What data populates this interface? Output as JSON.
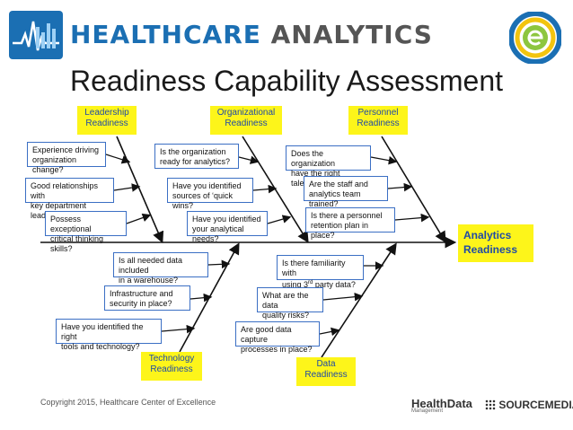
{
  "brand": {
    "word1": "HEALTHCARE",
    "word2": "ANALYTICS"
  },
  "title": "Readiness Capability Assessment",
  "outcome": {
    "line1": "Analytics",
    "line2": "Readiness"
  },
  "categories": {
    "leadership": {
      "line1": "Leadership",
      "line2": "Readiness"
    },
    "organizational": {
      "line1": "Organizational",
      "line2": "Readiness"
    },
    "personnel": {
      "line1": "Personnel",
      "line2": "Readiness"
    },
    "technology": {
      "line1": "Technology",
      "line2": "Readiness"
    },
    "data": {
      "line1": "Data",
      "line2": "Readiness"
    }
  },
  "questions": {
    "leadership": [
      {
        "l1": "Experience driving",
        "l2": "organization change?"
      },
      {
        "l1": "Good relationships with",
        "l2": "key department leaders?"
      },
      {
        "l1": "Possess exceptional",
        "l2": "critical thinking skills?"
      }
    ],
    "organizational": [
      {
        "l1": "Is the organization",
        "l2": "ready for analytics?"
      },
      {
        "l1": "Have you identified",
        "l2": "sources of ‘quick wins?"
      },
      {
        "l1": "Have you identified",
        "l2": "your analytical needs?"
      }
    ],
    "personnel": [
      {
        "l1": "Does the organization",
        "l2": "have the right talent?"
      },
      {
        "l1": "Are the staff and",
        "l2": "analytics team trained?"
      },
      {
        "l1": "Is there a personnel",
        "l2": "retention plan in place?"
      }
    ],
    "technology": [
      {
        "l1": "Is all needed data included",
        "l2": "in a warehouse?"
      },
      {
        "l1": "Infrastructure and",
        "l2": "security in place?"
      },
      {
        "l1": "Have you identified the right",
        "l2": "tools and technology?"
      }
    ],
    "data": [
      {
        "l1": "Is there familiarity with",
        "l2a": "using 3",
        "sup": "rd",
        "l2b": " party data?"
      },
      {
        "l1": "What are the data",
        "l2": "quality risks?"
      },
      {
        "l1": "Are good data capture",
        "l2": "processes in place?"
      }
    ]
  },
  "footer": {
    "copyright": "Copyright 2015, Healthcare Center of Excellence",
    "healthdata": "HealthData",
    "healthdata_sub": "Management",
    "sourcemedia": "SOURCEMEDIA"
  },
  "colors": {
    "accent_yellow": "#fdf51a",
    "label_blue": "#1f4aa6",
    "border_blue": "#3b6fc4",
    "brand_blue": "#1b6fb3"
  }
}
